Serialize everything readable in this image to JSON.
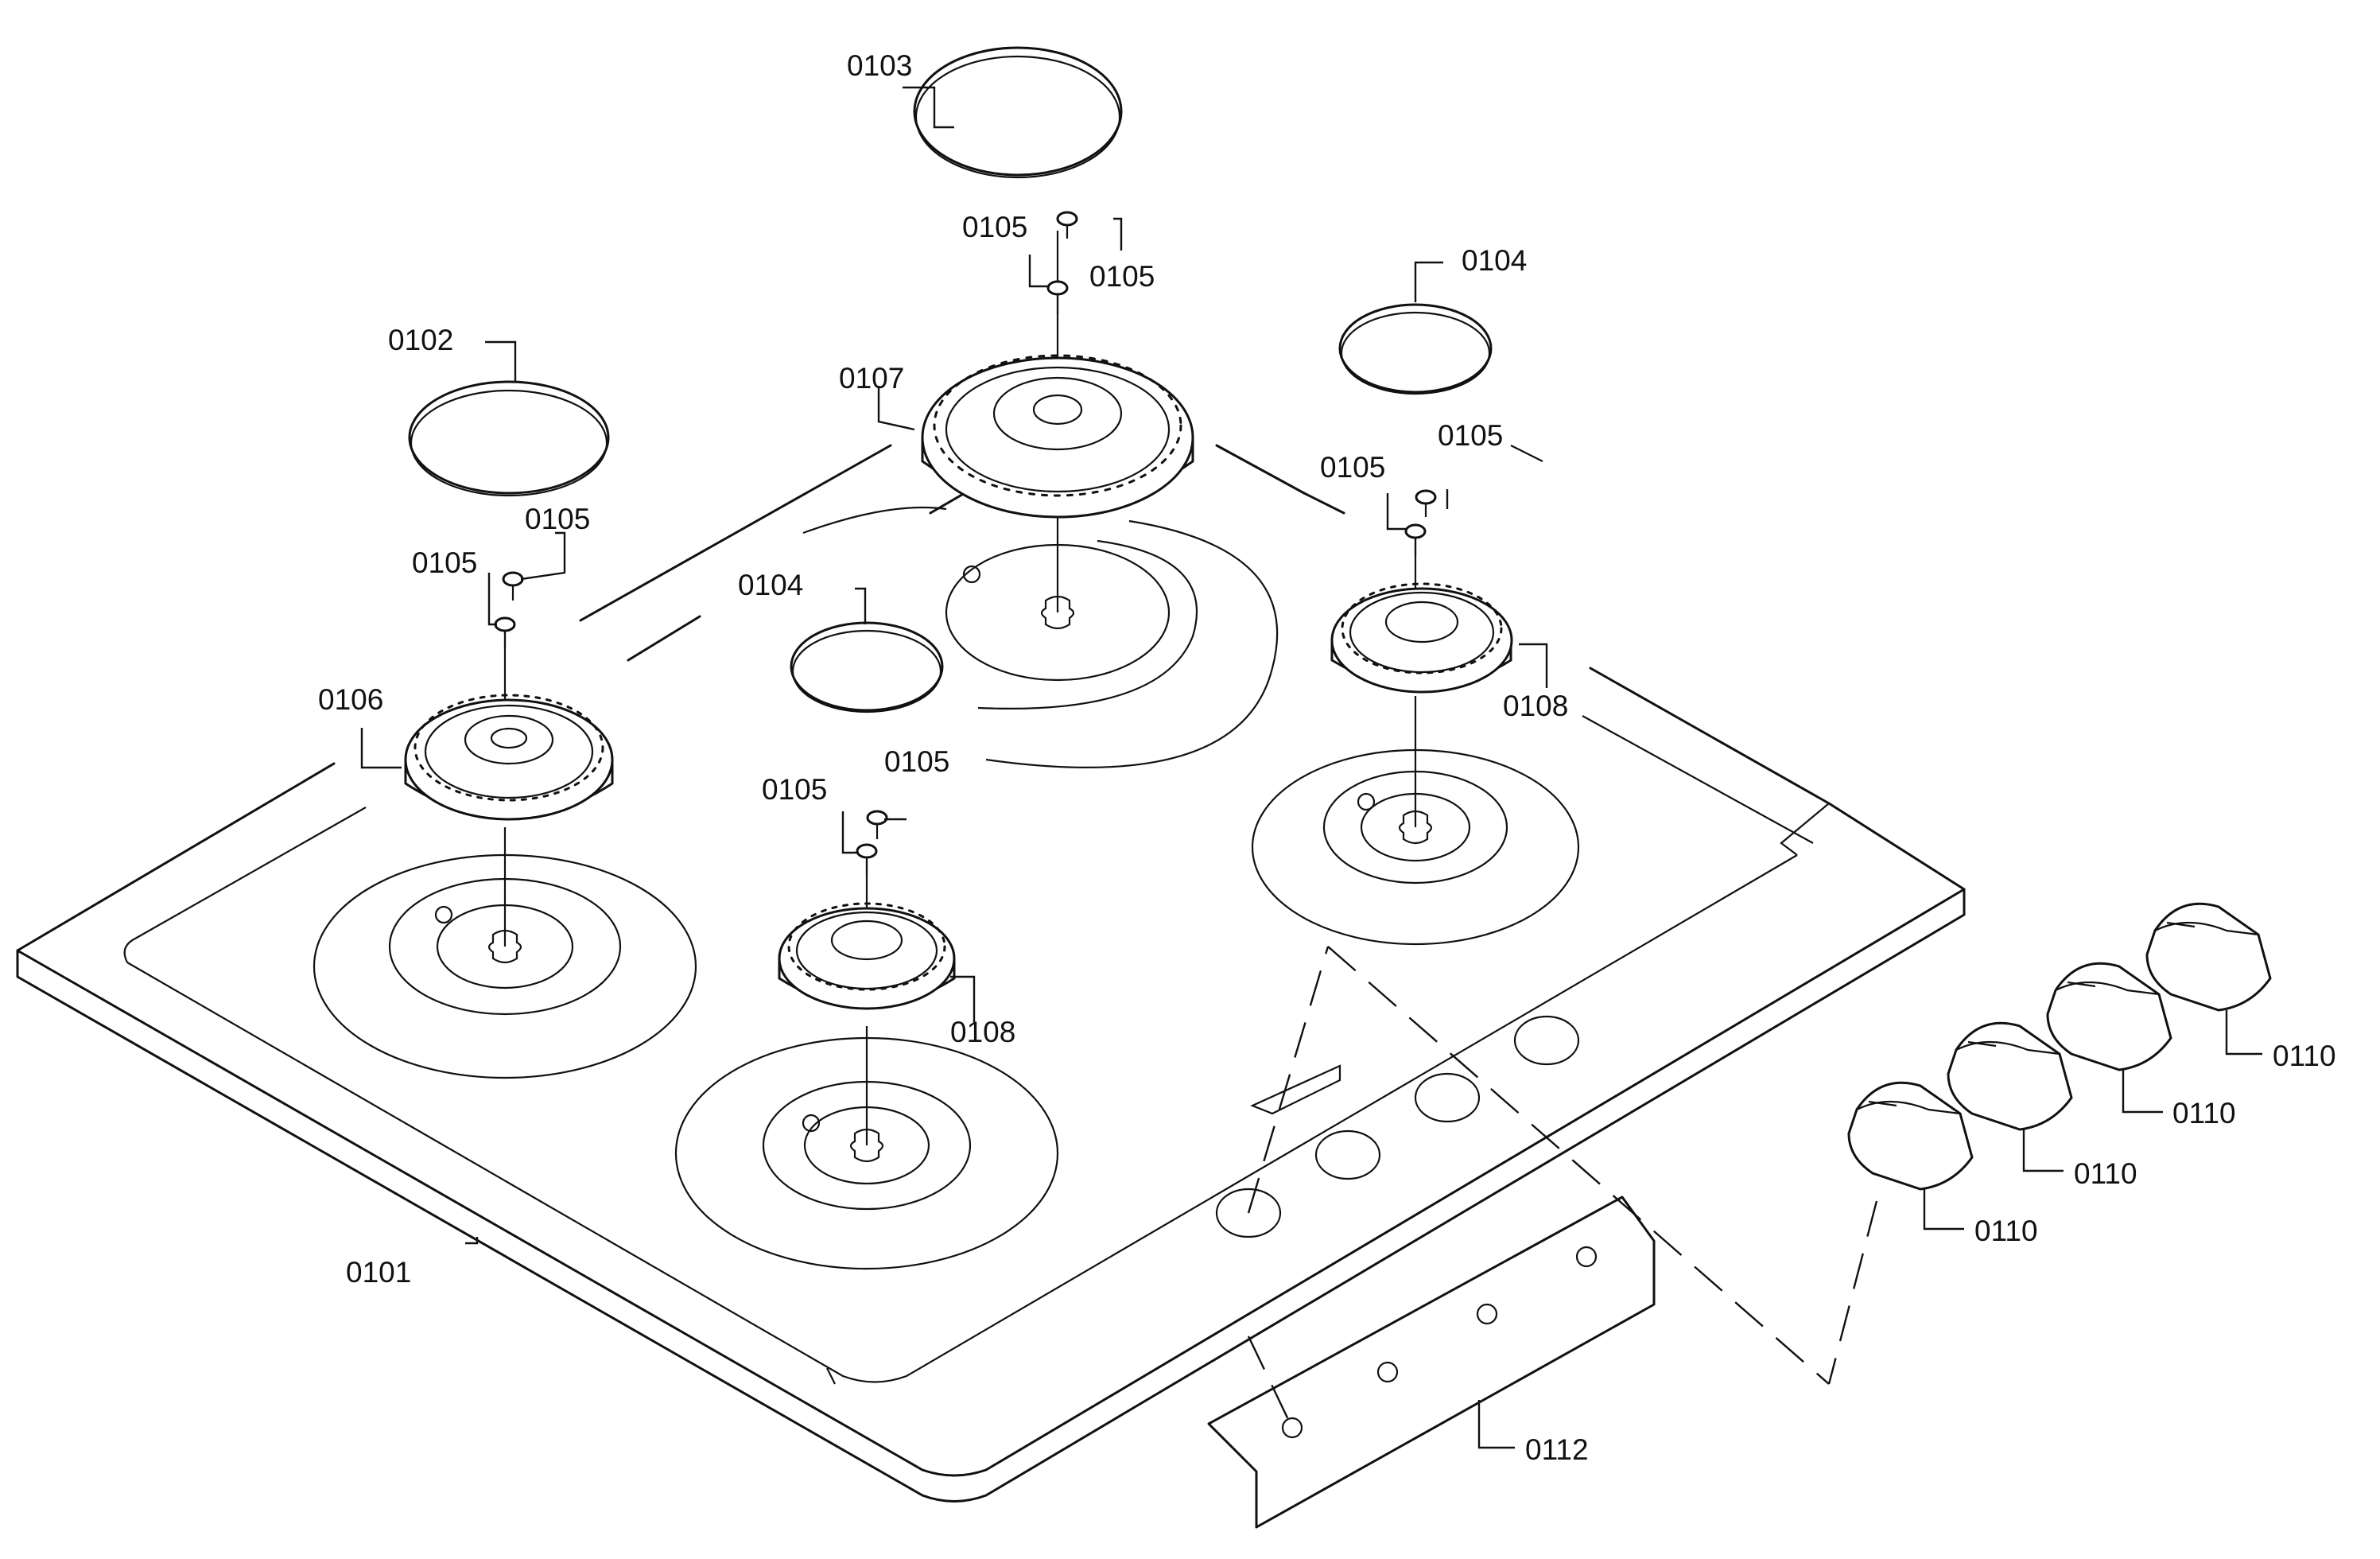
{
  "labels": {
    "cooktop_body": "0101",
    "cap_left": "0102",
    "cap_center_large": "0103",
    "cap_right_top": "0104",
    "cap_center_small": "0104",
    "screw_center_a": "0105",
    "screw_center_b": "0105",
    "screw_left_a": "0105",
    "screw_left_b": "0105",
    "screw_right_a": "0105",
    "screw_right_b": "0105",
    "screw_front_a": "0105",
    "screw_front_b": "0105",
    "burner_left": "0106",
    "burner_center": "0107",
    "burner_right": "0108",
    "burner_front": "0108",
    "knob_1": "0110",
    "knob_2": "0110",
    "knob_3": "0110",
    "knob_4": "0110",
    "control_strip": "0112"
  }
}
